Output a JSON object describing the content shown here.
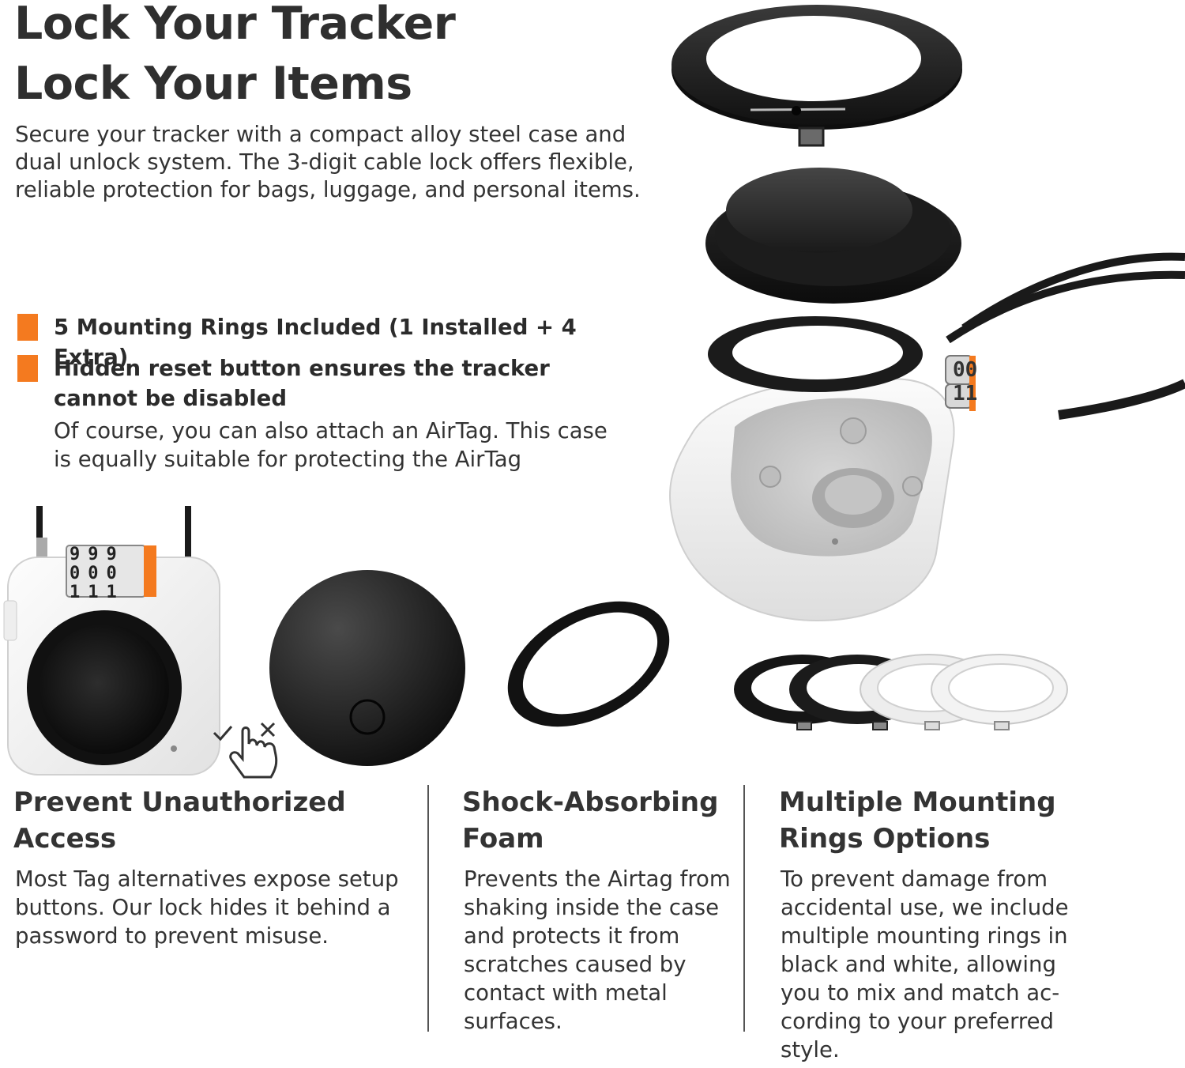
{
  "title": {
    "line1": "Lock Your Tracker",
    "line2": "Lock Your Items"
  },
  "intro": "Secure your tracker with a compact alloy steel case and dual unlock system. The 3-digit cable lock offers flexible, reliable protection for bags, luggage, and personal items.",
  "features": [
    {
      "text": "5 Mounting Rings Included (1 Installed + 4 Extra)"
    },
    {
      "text": "Hidden reset button ensures the tracker cannot be disabled"
    }
  ],
  "feature_note": "Of course, you can also attach an AirTag. This case is equally suitable for protecting the AirTag",
  "lock_digits": {
    "top": [
      "9",
      "9",
      "9"
    ],
    "mid": [
      "0",
      "0",
      "0"
    ],
    "bot": [
      "1",
      "1",
      "1"
    ],
    "side_top": [
      "0",
      "0"
    ],
    "side_bot": [
      "1",
      "1"
    ]
  },
  "columns": [
    {
      "heading": "Prevent Unauthorized Access",
      "body": "Most Tag alternatives expose setup buttons. Our lock hides it behind a password to prevent misuse."
    },
    {
      "heading": "Shock-Absorbing Foam",
      "body": "Prevents the Airtag from shaking inside the case and protects it from scratches caused by contact with metal surfaces."
    },
    {
      "heading": "Multiple Mounting Rings Options",
      "body": "To prevent damage from accidental use, we include multiple mounting rings in black and white, allowing you to mix and match ac-cording to your preferred style."
    }
  ],
  "colors": {
    "accent": "#f47a1f",
    "case_white": "#f4f4f4",
    "ring_black": "#1e1e1e"
  }
}
